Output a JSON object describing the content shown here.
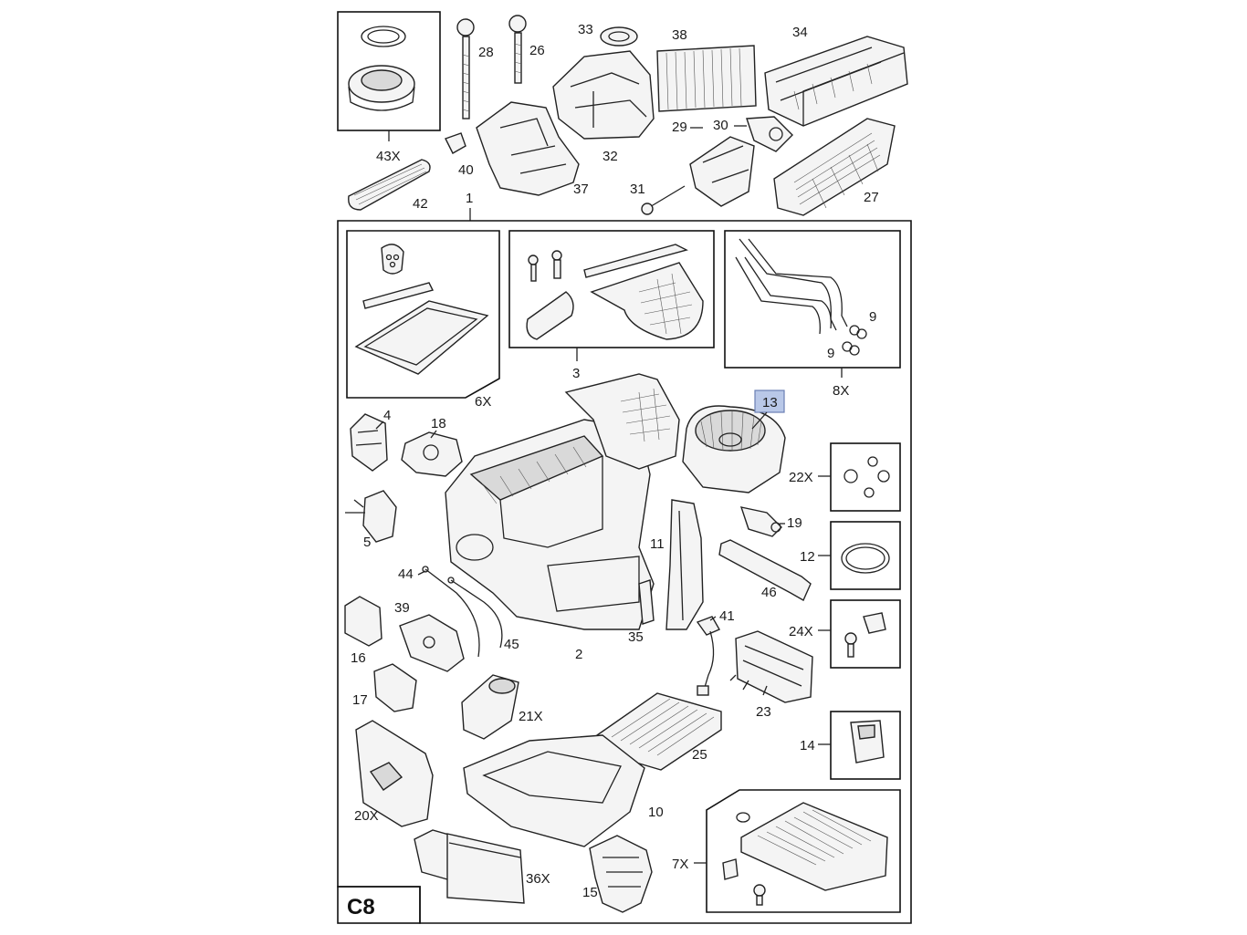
{
  "diagram": {
    "sheet_code": "C8",
    "highlighted_part": "13",
    "highlight_color": "#b9c8e8",
    "labels": {
      "p1": "1",
      "p2": "2",
      "p3": "3",
      "p4": "4",
      "p5": "5",
      "p6X": "6X",
      "p7X": "7X",
      "p8X": "8X",
      "p9a": "9",
      "p9b": "9",
      "p10": "10",
      "p11": "11",
      "p12": "12",
      "p13": "13",
      "p14": "14",
      "p15": "15",
      "p16": "16",
      "p17": "17",
      "p18": "18",
      "p19": "19",
      "p20X": "20X",
      "p21X": "21X",
      "p22X": "22X",
      "p23": "23",
      "p24X": "24X",
      "p25": "25",
      "p26": "26",
      "p27": "27",
      "p28": "28",
      "p29": "29",
      "p30": "30",
      "p31": "31",
      "p32": "32",
      "p33": "33",
      "p34": "34",
      "p35": "35",
      "p36X": "36X",
      "p37": "37",
      "p38": "38",
      "p39": "39",
      "p40": "40",
      "p41": "41",
      "p42": "42",
      "p43X": "43X",
      "p44": "44",
      "p45": "45",
      "p46": "46"
    }
  }
}
